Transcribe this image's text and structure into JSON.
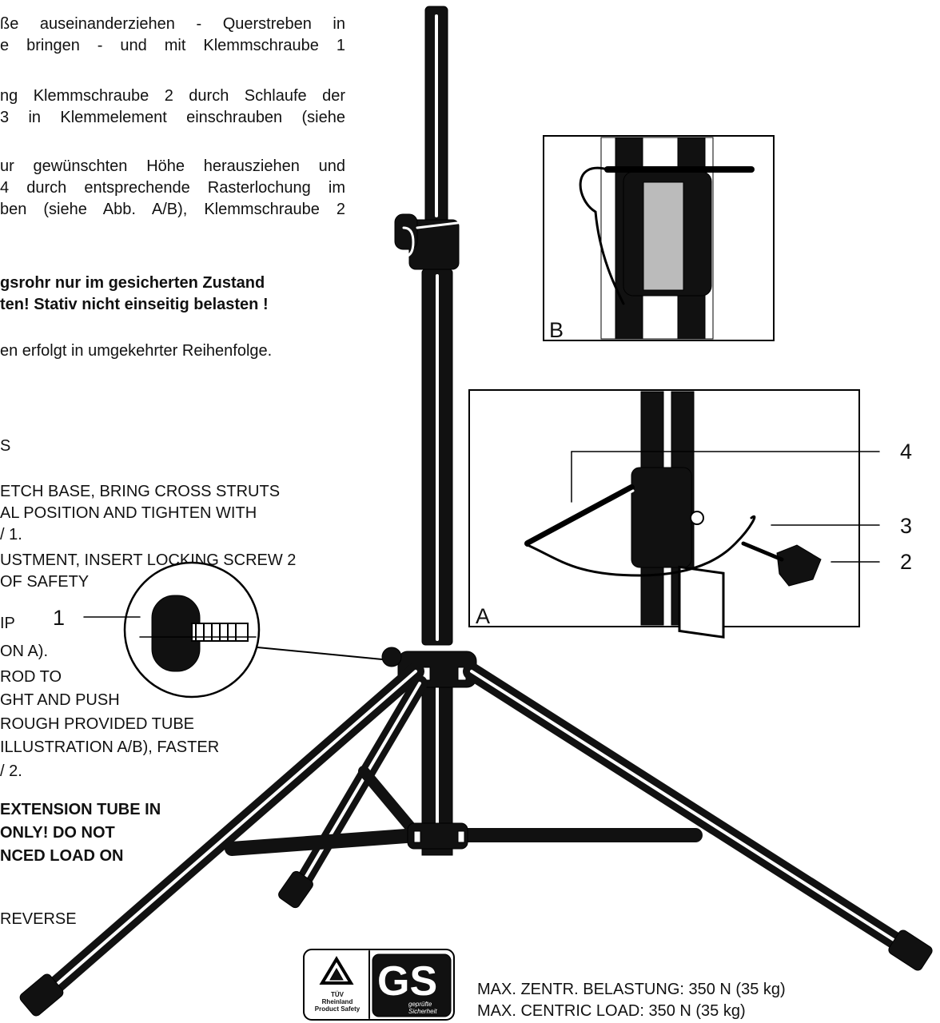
{
  "de": {
    "lines": [
      "ße auseinanderziehen - Querstreben in",
      "e bringen - und mit Klemmschraube 1",
      "ng Klemmschraube 2 durch Schlaufe der",
      "3 in Klemmelement einschrauben (siehe",
      "ur gewünschten Höhe herausziehen und",
      "4 durch entsprechende Rasterlochung im",
      "ben (siehe Abb. A/B), Klemmschraube 2",
      "gsrohr nur im gesicherten Zustand",
      "ten! Stativ nicht einseitig belasten !",
      "en erfolgt in umgekehrter Reihenfolge."
    ]
  },
  "en": {
    "heading": "S",
    "lines": [
      "ETCH BASE, BRING CROSS STRUTS",
      "AL POSITION AND TIGHTEN WITH",
      "/ 1.",
      "USTMENT, INSERT LOCKING SCREW 2",
      "OF SAFETY",
      "IP",
      "ON A).",
      "ROD  TO",
      "GHT AND PUSH",
      "ROUGH PROVIDED TUBE",
      "ILLUSTRATION A/B), FASTER",
      "/ 2.",
      "EXTENSION TUBE IN",
      "ONLY! DO NOT",
      "NCED LOAD ON",
      "REVERSE"
    ]
  },
  "callouts": {
    "one": "1",
    "two": "2",
    "three": "3",
    "four": "4",
    "fig_a": "A",
    "fig_b": "B"
  },
  "logos": {
    "tuv_lines": [
      "TÜV",
      "Rheinland",
      "Product Safety"
    ],
    "gs": "GS",
    "gs_note": [
      "geprüfte",
      "Sicherheit"
    ]
  },
  "load": {
    "de": "MAX. ZENTR. BELASTUNG: 350 N (35 kg)",
    "en": "MAX. CENTRIC LOAD: 350 N (35 kg)"
  }
}
